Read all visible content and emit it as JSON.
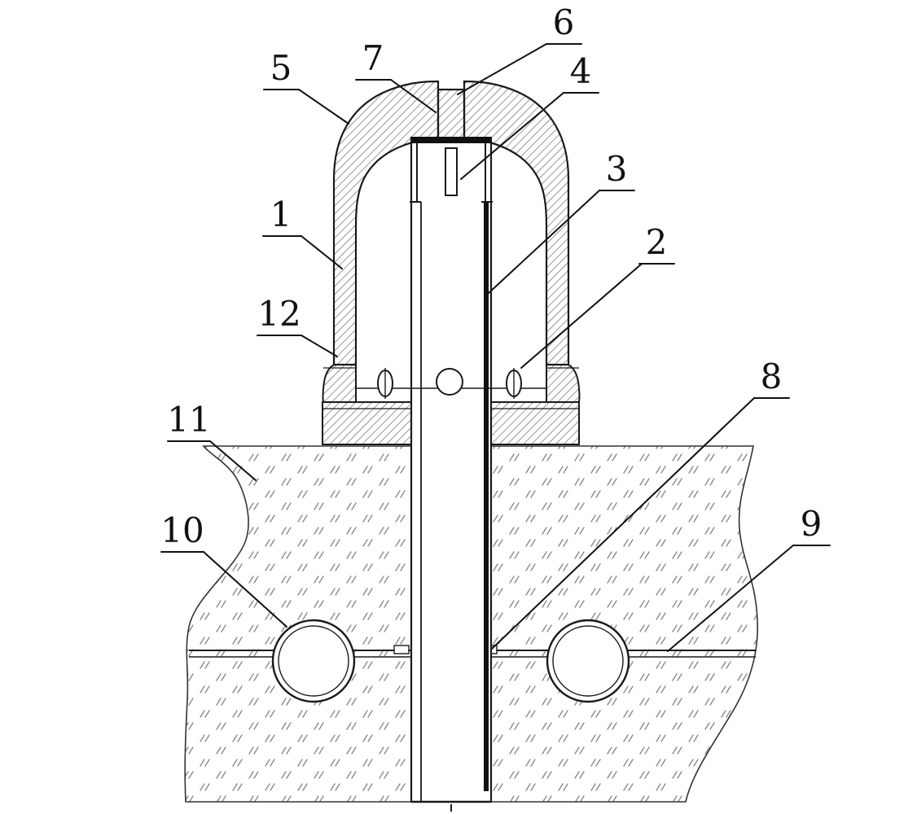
{
  "page": {
    "background": "#ffffff",
    "description": "Patent-style cross-section drawing of a capped wellhead pipe assembly embedded in hatched ground with a horizontal seam and two boreholes"
  },
  "diagram": {
    "type": "technical-cross-section",
    "colors": {
      "line": "#1a1a1a",
      "hatch": "#555555",
      "soil_mark": "#8a8a8a",
      "background": "#ffffff"
    },
    "labels": [
      {
        "id": "1",
        "text": "1"
      },
      {
        "id": "2",
        "text": "2"
      },
      {
        "id": "3",
        "text": "3"
      },
      {
        "id": "4",
        "text": "4"
      },
      {
        "id": "5",
        "text": "5"
      },
      {
        "id": "6",
        "text": "6"
      },
      {
        "id": "7",
        "text": "7"
      },
      {
        "id": "8",
        "text": "8"
      },
      {
        "id": "9",
        "text": "9"
      },
      {
        "id": "10",
        "text": "10"
      },
      {
        "id": "11",
        "text": "11"
      },
      {
        "id": "12",
        "text": "12"
      }
    ]
  }
}
